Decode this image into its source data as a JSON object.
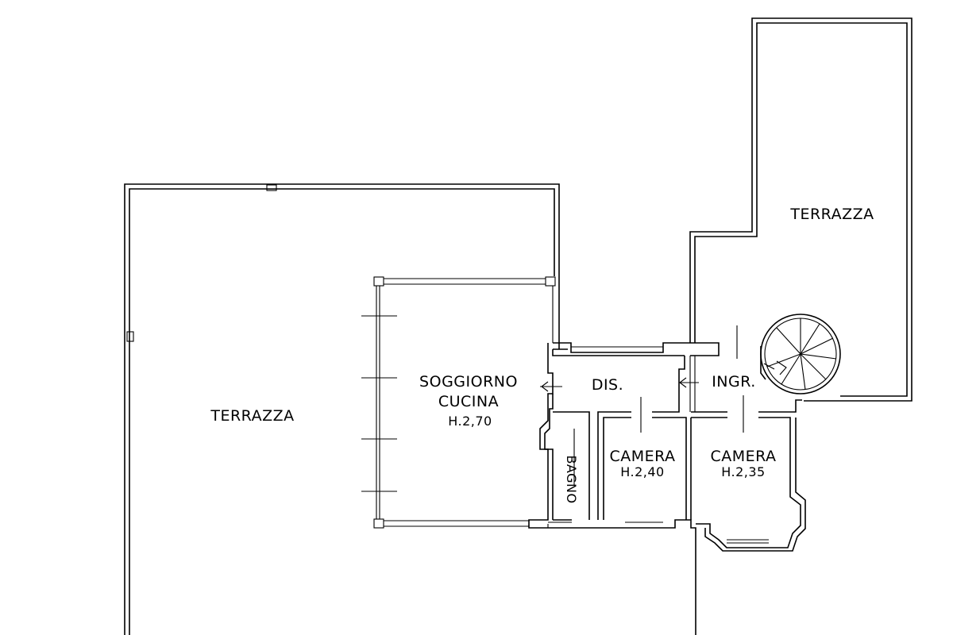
{
  "rooms": {
    "terrazza_left": {
      "name": "TERRAZZA"
    },
    "terrazza_right": {
      "name": "TERRAZZA"
    },
    "soggiorno": {
      "line1": "SOGGIORNO",
      "line2": "CUCINA",
      "height": "H.2,70"
    },
    "disimpegno": {
      "name": "DIS."
    },
    "ingresso": {
      "name": "INGR."
    },
    "bagno": {
      "name": "BAGNO"
    },
    "camera1": {
      "name": "CAMERA",
      "height": "H.2,40"
    },
    "camera2": {
      "name": "CAMERA",
      "height": "H.2,35"
    }
  }
}
